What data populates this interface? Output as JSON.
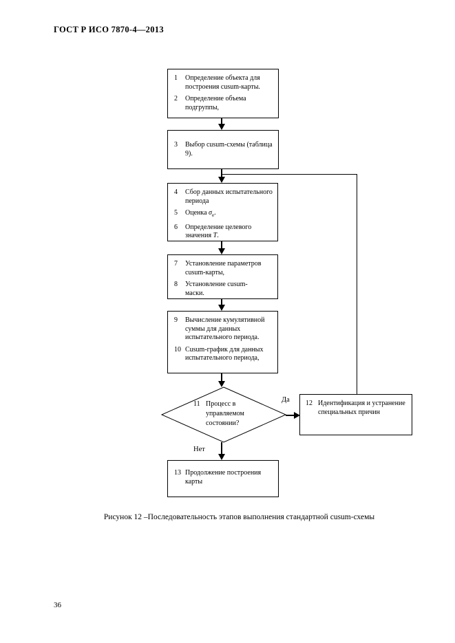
{
  "page": {
    "header": "ГОСТ Р ИСО 7870-4—2013",
    "caption": "Рисунок 12 –Последовательность этапов выполнения стандартной cusum-схемы",
    "page_number": "36"
  },
  "flowchart": {
    "box1": {
      "items": [
        {
          "num": "1",
          "text": "Определение объекта для построения cusum-карты."
        },
        {
          "num": "2",
          "text": "Определение объема подгруппы,"
        }
      ]
    },
    "box2": {
      "items": [
        {
          "num": "3",
          "text": "Выбор cusum-схемы (таблица 9)."
        }
      ]
    },
    "box3": {
      "items": [
        {
          "num": "4",
          "text": "Сбор данных испытательного периода"
        },
        {
          "num": "5",
          "pre": "Оценка ",
          "sym": "σ",
          "sub": "e",
          "post": "."
        },
        {
          "num": "6",
          "pre": "Определение целевого значения ",
          "sym": "T",
          "post": "."
        }
      ]
    },
    "box4": {
      "items": [
        {
          "num": "7",
          "text": "Установление параметров cusum-карты,"
        },
        {
          "num": "8",
          "text": "Установление cusum-маски."
        }
      ]
    },
    "box5": {
      "items": [
        {
          "num": "9",
          "text": "Вычисление кумулятивной суммы для данных испытательного периода."
        },
        {
          "num": "10",
          "text": "Cusum-график для данных испытательного периода,"
        }
      ]
    },
    "decision": {
      "num": "11",
      "text": "Процесс в управляемом состоянии?"
    },
    "box12": {
      "num": "12",
      "text": "Идентификация и устранение специальных причин"
    },
    "box13": {
      "num": "13",
      "text": "Продолжение построения карты"
    },
    "labels": {
      "yes": "Да",
      "no": "Нет"
    }
  }
}
